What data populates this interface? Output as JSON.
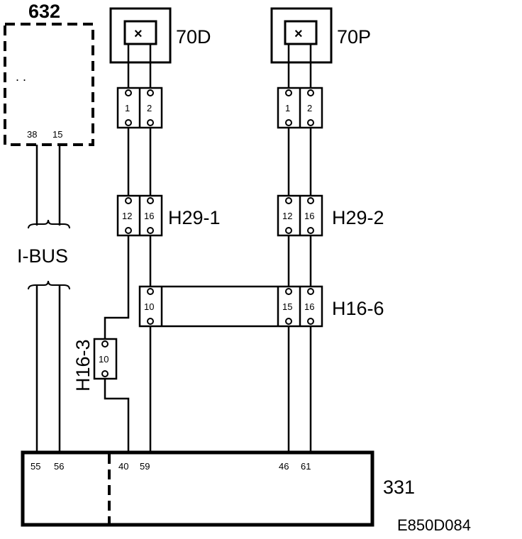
{
  "components": {
    "module_632": {
      "label": "632",
      "pins": [
        "38",
        "15"
      ],
      "dots": ". ."
    },
    "speaker_70d": {
      "label": "70D",
      "symbol": "×"
    },
    "speaker_70p": {
      "label": "70P",
      "symbol": "×"
    },
    "module_331": {
      "label": "331",
      "pins": [
        "55",
        "56",
        "40",
        "59",
        "46",
        "61"
      ]
    }
  },
  "connectors": {
    "left_top": {
      "pins": [
        "1",
        "2"
      ]
    },
    "right_top": {
      "pins": [
        "1",
        "2"
      ]
    },
    "h29_1": {
      "label": "H29-1",
      "pins": [
        "12",
        "16"
      ]
    },
    "h29_2": {
      "label": "H29-2",
      "pins": [
        "12",
        "16"
      ]
    },
    "h16_6": {
      "label": "H16-6",
      "pins": [
        "10",
        "15",
        "16"
      ]
    },
    "h16_3": {
      "label": "H16-3",
      "pins": [
        "10"
      ]
    }
  },
  "bus": {
    "label": "I-BUS"
  },
  "diagram_code": "E850D084"
}
